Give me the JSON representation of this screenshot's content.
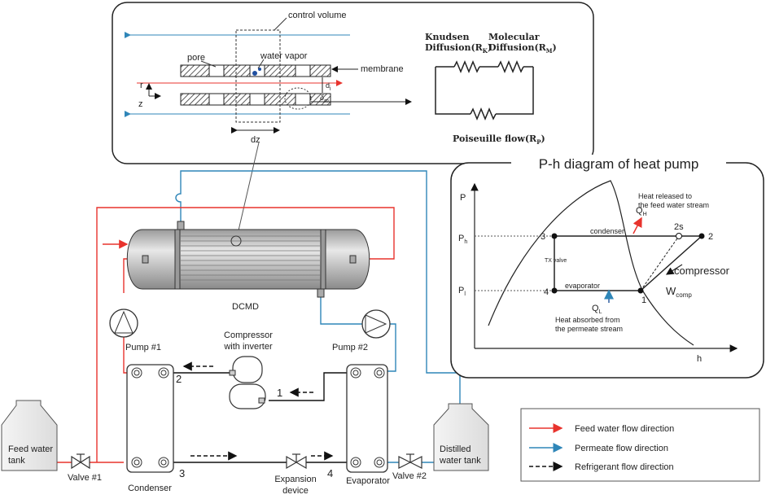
{
  "inset": {
    "control_volume": "control volume",
    "pore": "pore",
    "water_vapor": "water vapor",
    "membrane": "membrane",
    "axis_r": "r",
    "axis_z": "z",
    "d_label": "d",
    "d_sub": "i",
    "delta_label": "δ",
    "delta_sub": "m",
    "dz": "dz",
    "knudsen": "Knudsen",
    "knudsen2": "Diffusion(R",
    "knudsen_sub": "K",
    "molecular": "Molecular",
    "molecular2": "Diffusion(R",
    "molecular_sub": "M",
    "poiseuille": "Poiseuille flow(R",
    "poiseuille_sub": "P",
    "close_paren": ")"
  },
  "system": {
    "dcmd": "DCMD",
    "pump1": "Pump #1",
    "pump2": "Pump #2",
    "compressor_line1": "Compressor",
    "compressor_line2": "with inverter",
    "condenser": "Condenser",
    "evaporator": "Evaporator",
    "expansion_line1": "Expansion",
    "expansion_line2": "device",
    "valve1": "Valve #1",
    "valve2": "Valve #2",
    "feed_tank_line1": "Feed water",
    "feed_tank_line2": "tank",
    "distilled_tank_line1": "Distilled",
    "distilled_tank_line2": "water tank",
    "state1": "1",
    "state2": "2",
    "state3": "3",
    "state4": "4"
  },
  "ph": {
    "title": "P-h diagram of heat pump",
    "axis_p": "P",
    "axis_h": "h",
    "ph_label": "P",
    "ph_sub": "h",
    "pl_label": "P",
    "pl_sub": "l",
    "heat_released_line1": "Heat released to",
    "heat_released_line2": "the feed water stream",
    "qh": "Q",
    "qh_sub": "H",
    "ql": "Q",
    "ql_sub": "L",
    "heat_absorbed_line1": "Heat absorbed from",
    "heat_absorbed_line2": "the permeate stream",
    "condenser": "condenser",
    "evaporator": "evaporator",
    "tx_valve": "TX valve",
    "compressor": "compressor",
    "wcomp": "W",
    "wcomp_sub": "comp",
    "pt1": "1",
    "pt2": "2",
    "pt2s": "2s",
    "pt3": "3",
    "pt4": "4"
  },
  "legend": {
    "feed": "Feed water flow direction",
    "permeate": "Permeate flow direction",
    "refrigerant": "Refrigerant flow direction"
  },
  "colors": {
    "feed": "#e8332d",
    "permeate": "#2f86b8",
    "refrigerant": "#111111"
  }
}
